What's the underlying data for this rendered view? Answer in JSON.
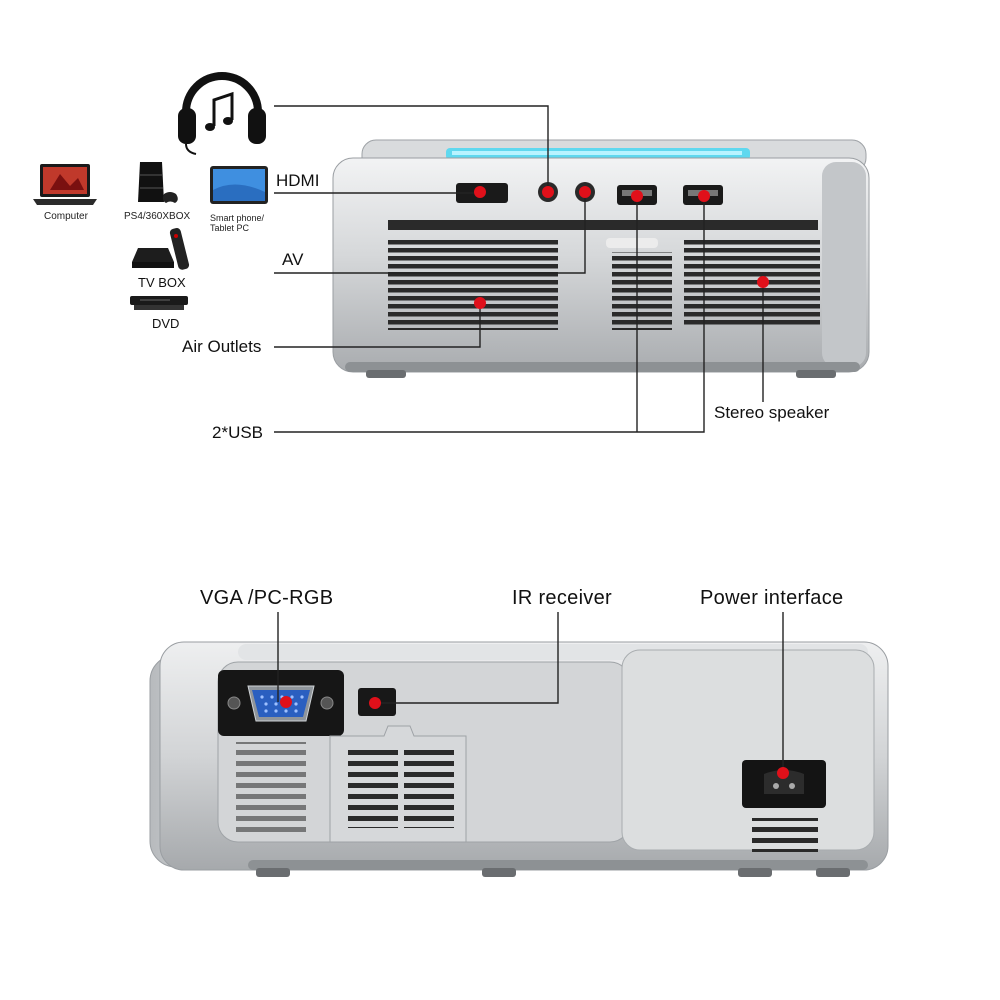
{
  "devices": {
    "computer": "Computer",
    "console": "PS4/360XBOX",
    "smartphone_line1": "Smart phone/",
    "smartphone_line2": "Tablet PC",
    "tvbox": "TV BOX",
    "dvd": "DVD"
  },
  "top_labels": {
    "hdmi": "HDMI",
    "av": "AV",
    "air_outlets": "Air Outlets",
    "usb": "2*USB",
    "stereo_speaker": "Stereo speaker"
  },
  "bottom_labels": {
    "vga": "VGA /PC-RGB",
    "ir_receiver": "IR receiver",
    "power_interface": "Power interface"
  },
  "colors": {
    "marker": "#e0101a",
    "vga_port": "#2a5fc0",
    "body": "#cfd1d3",
    "led_strip": "#5fd8ef",
    "leader_line": "#222222"
  }
}
